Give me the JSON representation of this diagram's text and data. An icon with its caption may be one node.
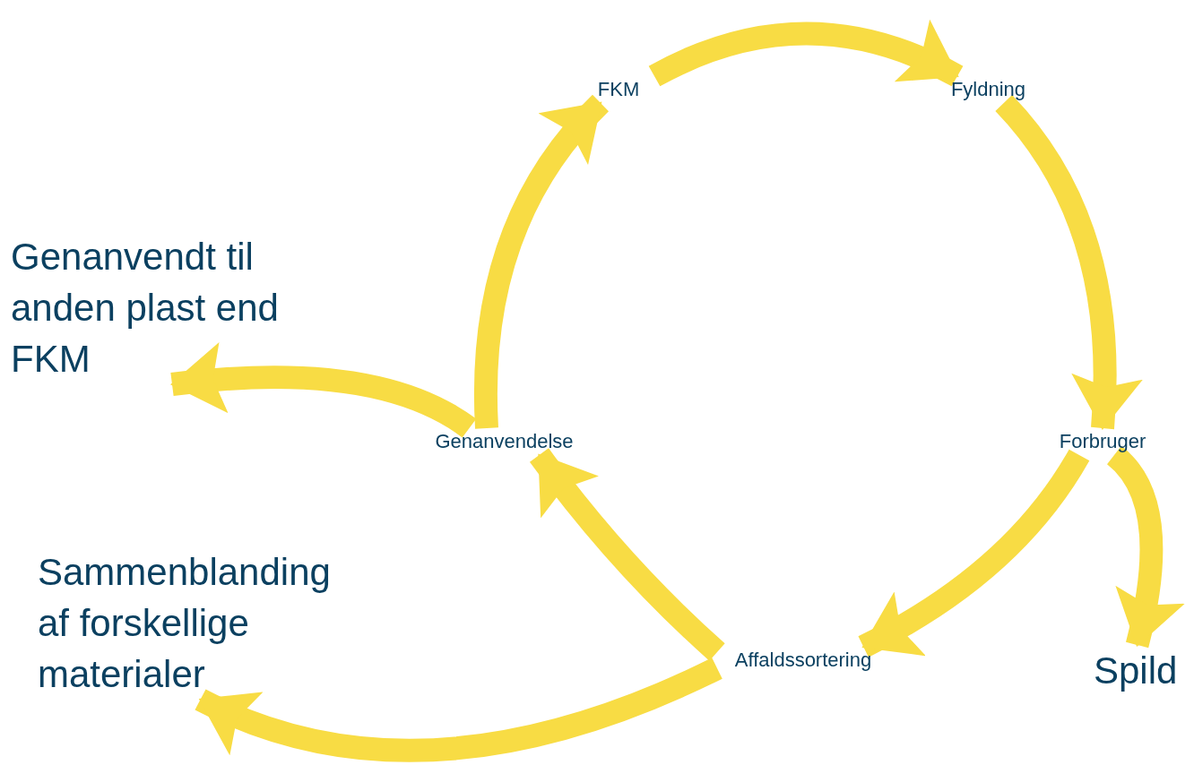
{
  "diagram": {
    "nodes": [
      {
        "text": [
          "FKM"
        ]
      },
      {
        "text": [
          "Fyldning"
        ]
      },
      {
        "text": [
          "Forbruger"
        ]
      },
      {
        "text": [
          "Affaldssortering"
        ]
      },
      {
        "text": [
          "Genanvendelse"
        ]
      },
      {
        "text": [
          "Genanvendt til anden plast end FKM"
        ]
      },
      {
        "text": [
          "Sammenblanding af forskellige materialer"
        ]
      },
      {
        "text": [
          "Spild"
        ]
      }
    ],
    "edges": [
      {
        "from": 0,
        "to": 1,
        "arrow": "to"
      },
      {
        "from": 1,
        "to": 2,
        "arrow": "to"
      },
      {
        "from": 2,
        "to": 3,
        "arrow": "to"
      },
      {
        "from": 2,
        "to": 7,
        "arrow": "to"
      },
      {
        "from": 3,
        "to": 4,
        "arrow": "to"
      },
      {
        "from": 3,
        "to": 6,
        "arrow": "to"
      },
      {
        "from": 4,
        "to": 0,
        "arrow": "to"
      },
      {
        "from": 4,
        "to": 5,
        "arrow": "to"
      }
    ]
  }
}
